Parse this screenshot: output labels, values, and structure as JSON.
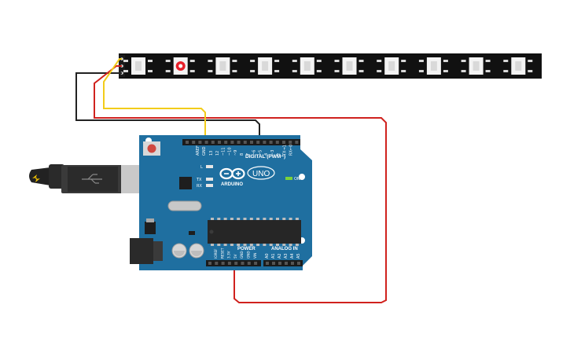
{
  "board": {
    "brand": "ARDUINO",
    "model": "UNO",
    "digital_header": "DIGITAL (PWM~)",
    "power_header": "POWER",
    "analog_header": "ANALOG IN",
    "on_label": "ON",
    "led_l": "L",
    "led_tx": "TX",
    "led_rx": "RX",
    "pin_aref": "AREF",
    "pin_gnd": "GND",
    "digital_pins": [
      "13",
      "12",
      "~11",
      "~10",
      "~9",
      "8",
      "7",
      "~6",
      "~5",
      "4",
      "~3",
      "2",
      "TX→1",
      "RX←0"
    ],
    "power_pins": [
      "IOREF",
      "RESET",
      "3.3V",
      "5V",
      "GND",
      "GND",
      "VIN"
    ],
    "analog_pins": [
      "A0",
      "A1",
      "A2",
      "A3",
      "A4",
      "A5"
    ],
    "color": "#1f6fa0"
  },
  "strip": {
    "pixel_count": 10,
    "active_pixel_index": 1,
    "active_color": "#e8202a",
    "strip_color": "#111111"
  },
  "wires": {
    "gnd": {
      "color": "#222222"
    },
    "power_5v": {
      "color": "#d0221e"
    },
    "data": {
      "color": "#f2cc1a"
    }
  },
  "usb_cable_color": "#222222"
}
